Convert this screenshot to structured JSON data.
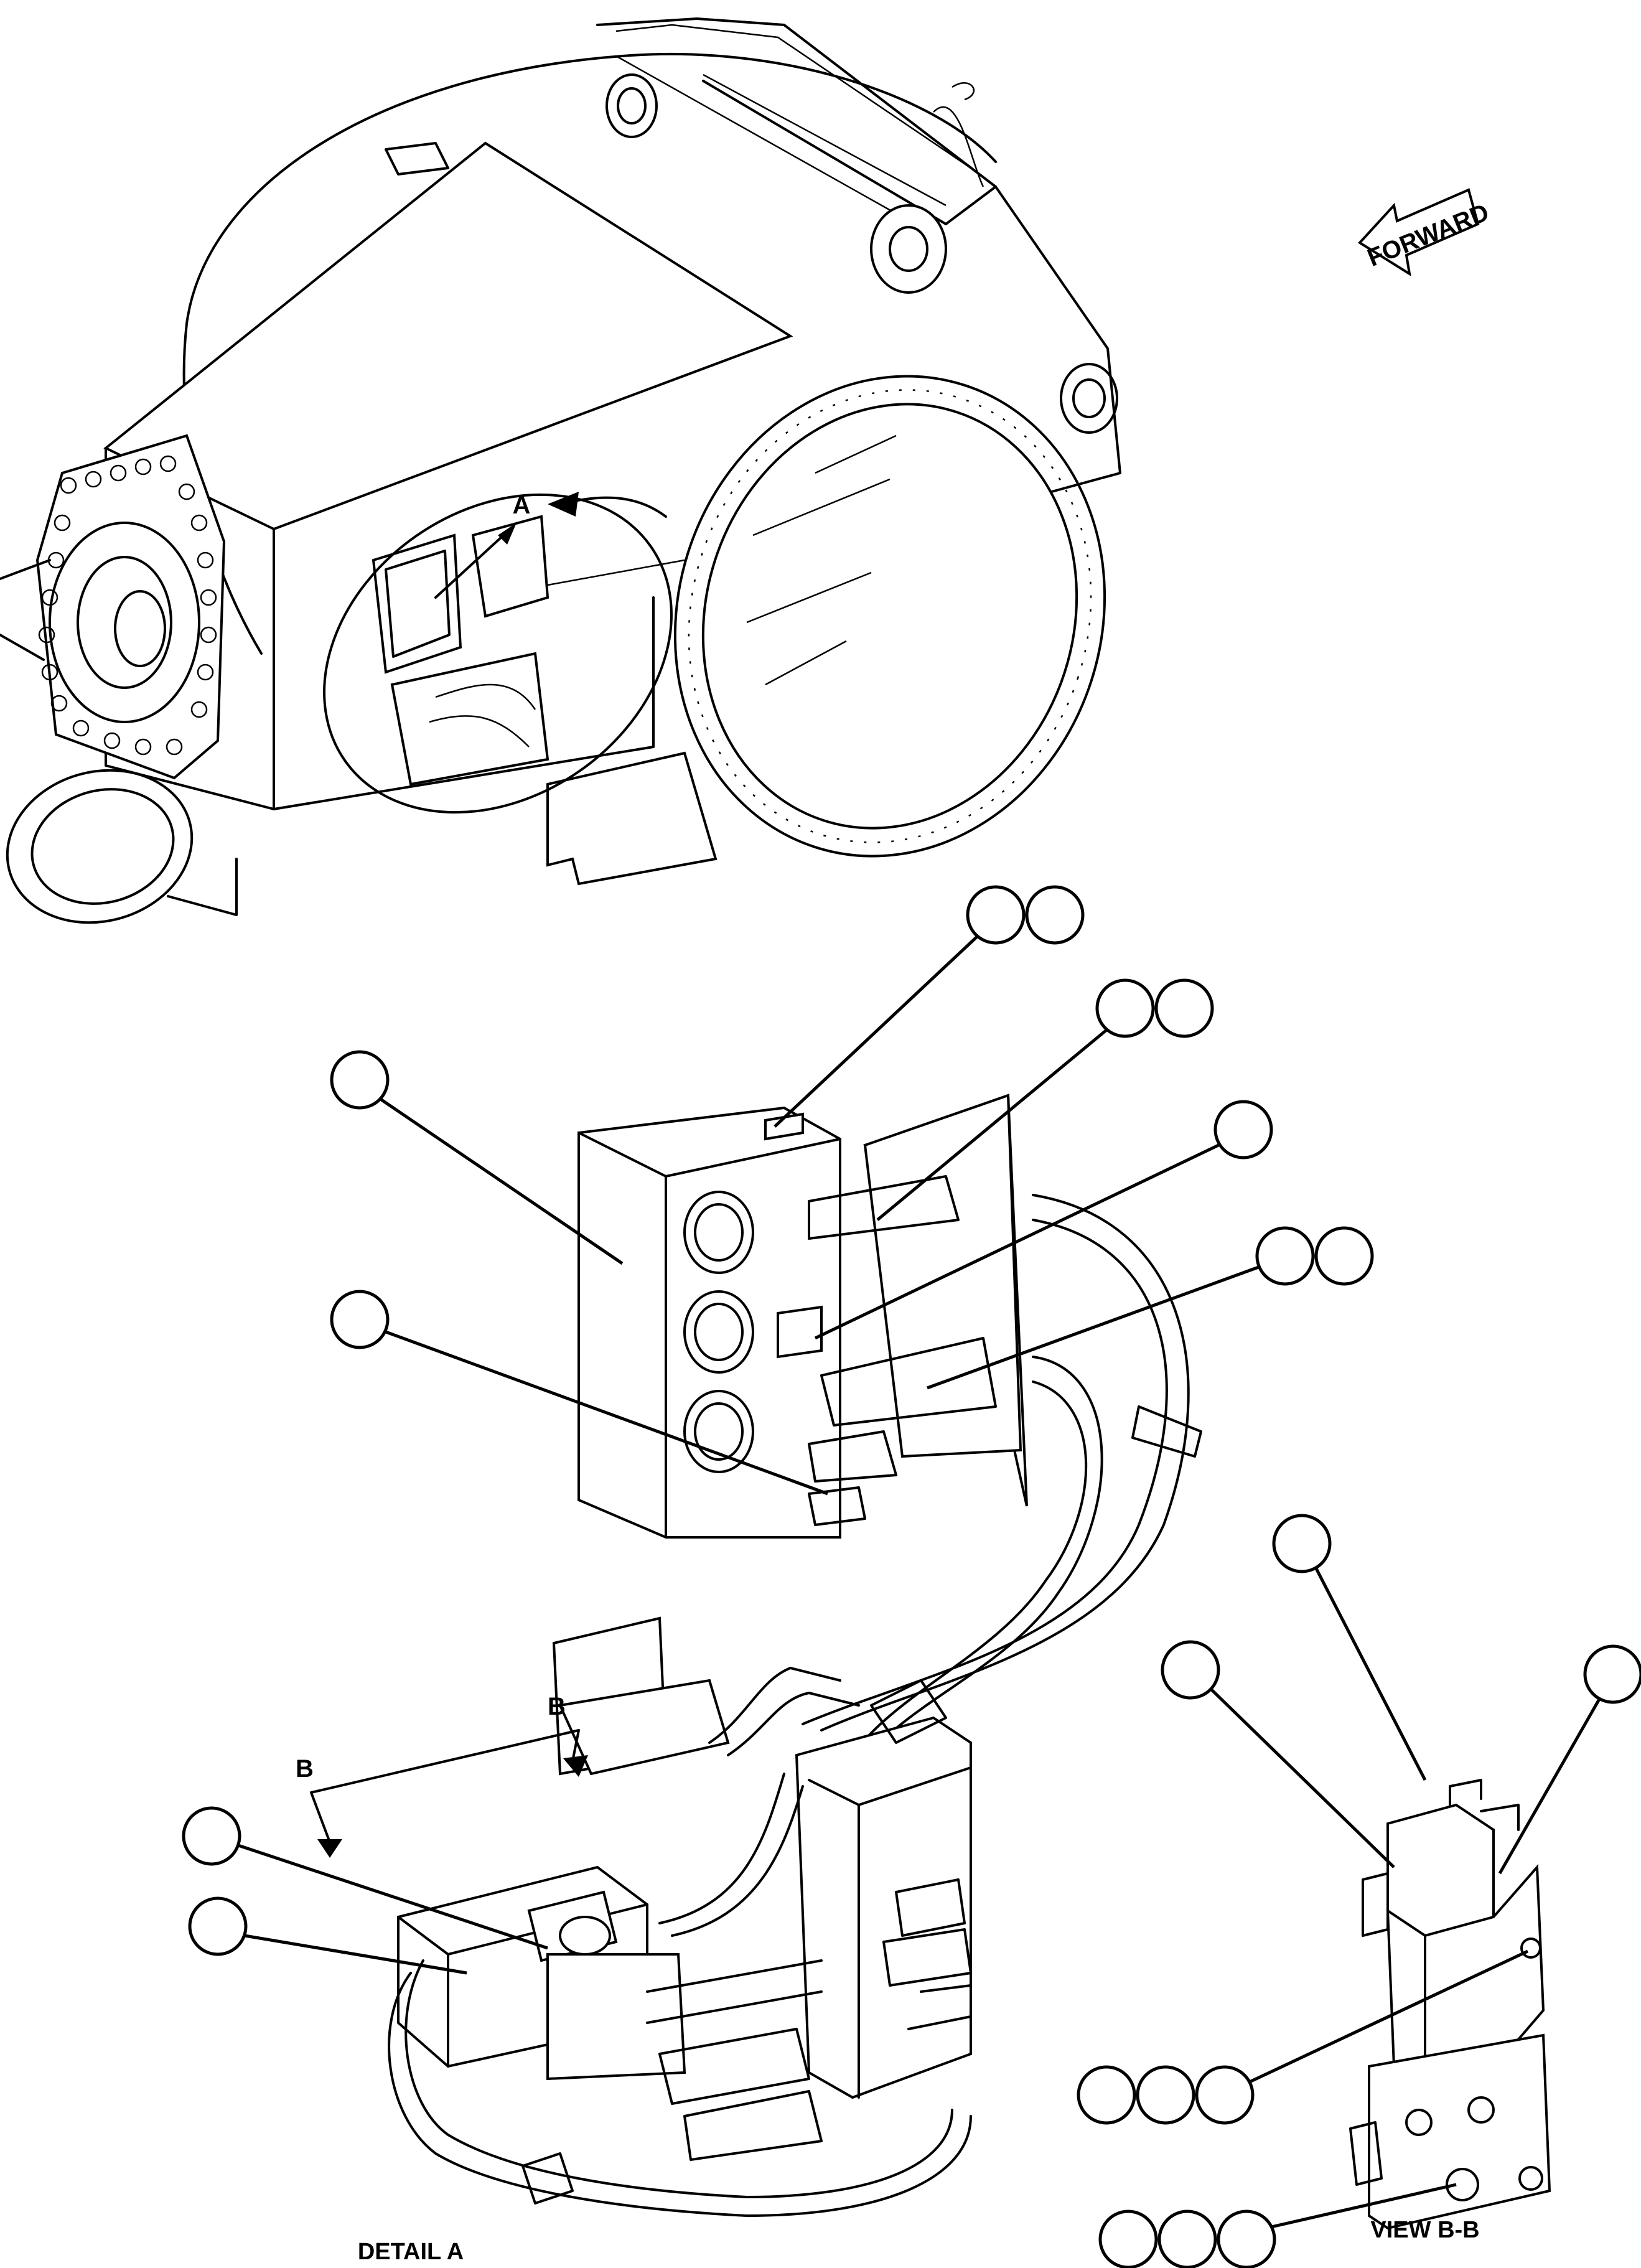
{
  "orientation": {
    "arrow_label": "FORWARD"
  },
  "detail_marker": {
    "letter": "A"
  },
  "section_marker": {
    "letter": "B"
  },
  "captions": {
    "detail": "DETAIL A",
    "view": "VIEW B-B"
  }
}
